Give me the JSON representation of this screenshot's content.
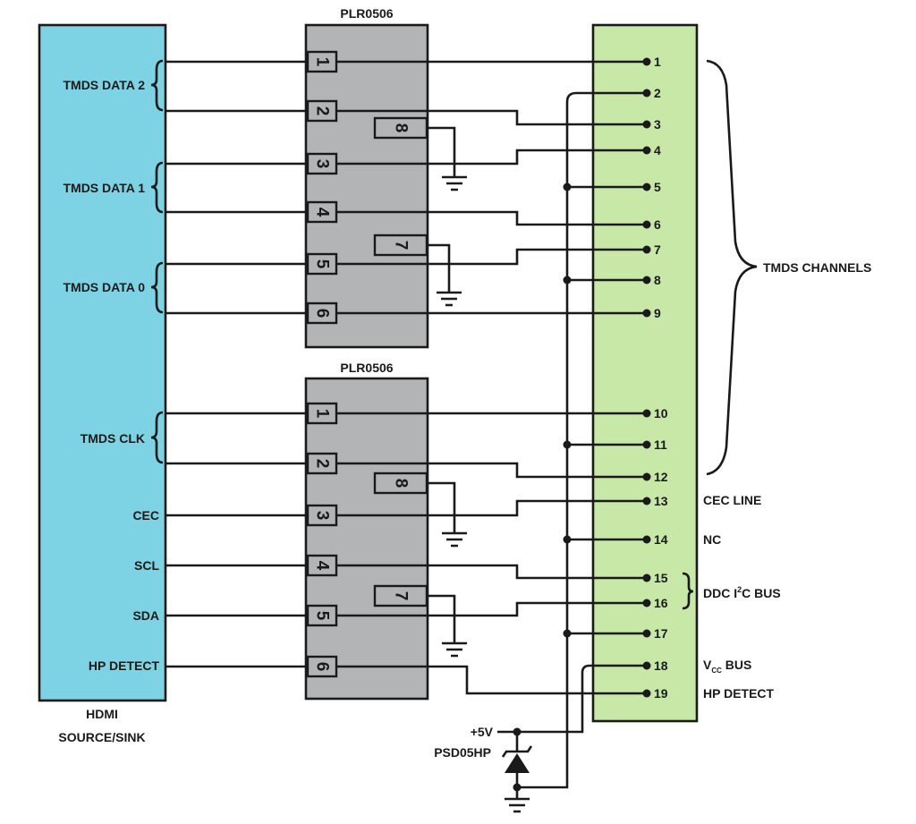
{
  "colors": {
    "source_block": "#7dd3e3",
    "chip_block": "#b3b4b6",
    "connector_block": "#c8e8a8",
    "line": "#1a1a1a"
  },
  "source": {
    "name_line1": "HDMI",
    "name_line2": "SOURCE/SINK",
    "groups": [
      "TMDS DATA 2",
      "TMDS DATA 1",
      "TMDS DATA 0",
      "TMDS CLK"
    ],
    "signals": [
      "CEC",
      "SCL",
      "SDA",
      "HP DETECT"
    ]
  },
  "chips": [
    {
      "name": "PLR0506",
      "pins": [
        "1",
        "2",
        "3",
        "4",
        "5",
        "6"
      ],
      "inner_pins": [
        "8",
        "7"
      ]
    },
    {
      "name": "PLR0506",
      "pins": [
        "1",
        "2",
        "3",
        "4",
        "5",
        "6"
      ],
      "inner_pins": [
        "8",
        "7"
      ]
    }
  ],
  "connector": {
    "pins": [
      "1",
      "2",
      "3",
      "4",
      "5",
      "6",
      "7",
      "8",
      "9",
      "10",
      "11",
      "12",
      "13",
      "14",
      "15",
      "16",
      "17",
      "18",
      "19"
    ]
  },
  "right_labels": {
    "tmds_channels": "TMDS CHANNELS",
    "cec_line": "CEC LINE",
    "nc": "NC",
    "ddc_prefix": "DDC I",
    "ddc_sup": "2",
    "ddc_suffix": "C BUS",
    "vcc_prefix": "V",
    "vcc_sub": "CC",
    "vcc_suffix": " BUS",
    "hp_detect": "HP DETECT"
  },
  "supply": {
    "voltage": "+5V",
    "diode": "PSD05HP"
  }
}
